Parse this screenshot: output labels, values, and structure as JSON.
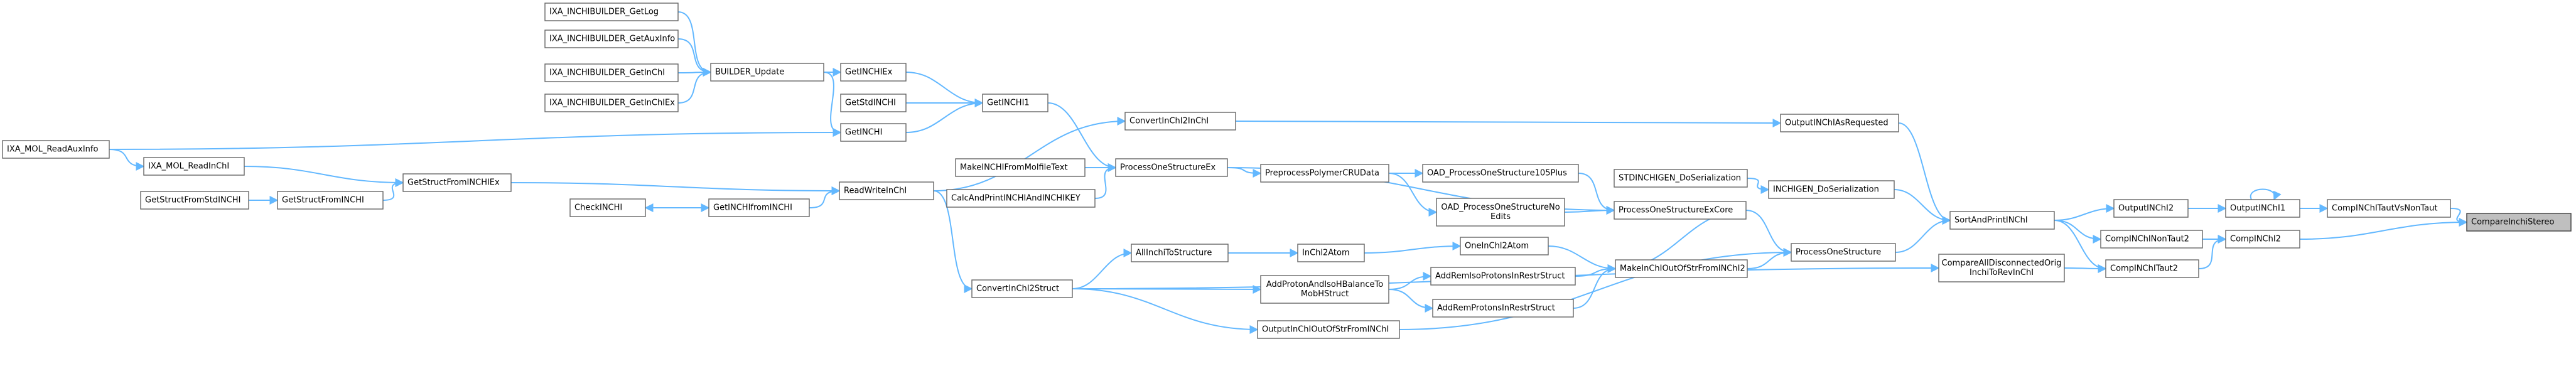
{
  "colors": {
    "edge": "#63b8ff",
    "node_border": "#666666",
    "node_fill": "#ffffff",
    "root_fill": "#bfbfbf",
    "root_border": "#404040"
  },
  "nodes": {
    "n_getlog": {
      "lines": [
        "IXA_INCHIBUILDER_GetLog"
      ]
    },
    "n_getauxinfo": {
      "lines": [
        "IXA_INCHIBUILDER_GetAuxInfo"
      ]
    },
    "n_getinchi_b": {
      "lines": [
        "IXA_INCHIBUILDER_GetInChI"
      ]
    },
    "n_getinchiex_b": {
      "lines": [
        "IXA_INCHIBUILDER_GetInChIEx"
      ]
    },
    "n_builder_update": {
      "lines": [
        "BUILDER_Update"
      ]
    },
    "n_getinchiex": {
      "lines": [
        "GetINCHIEx"
      ]
    },
    "n_getstdinchi": {
      "lines": [
        "GetStdINCHI"
      ]
    },
    "n_getinchi": {
      "lines": [
        "GetINCHI"
      ]
    },
    "n_getinchi1": {
      "lines": [
        "GetINCHI1"
      ]
    },
    "n_readauxinfo": {
      "lines": [
        "IXA_MOL_ReadAuxInfo"
      ]
    },
    "n_readinchi": {
      "lines": [
        "IXA_MOL_ReadInChI"
      ]
    },
    "n_getstructfrominchiex": {
      "lines": [
        "GetStructFromINCHIEx"
      ]
    },
    "n_getstructfromstdinchi": {
      "lines": [
        "GetStructFromStdINCHI"
      ]
    },
    "n_getstructfrominchi": {
      "lines": [
        "GetStructFromINCHI"
      ]
    },
    "n_checkinchi": {
      "lines": [
        "CheckINCHI"
      ]
    },
    "n_getinchifrominchi": {
      "lines": [
        "GetINCHIfromINCHI"
      ]
    },
    "n_readwriteinchi": {
      "lines": [
        "ReadWriteInChI"
      ]
    },
    "n_convertinchi2inchi": {
      "lines": [
        "ConvertInChI2InChI"
      ]
    },
    "n_makeinchifrommolfiletext": {
      "lines": [
        "MakeINCHIFromMolfileText"
      ]
    },
    "n_calcandprint": {
      "lines": [
        "CalcAndPrintINCHIAndINCHIKEY"
      ]
    },
    "n_processonestructureex": {
      "lines": [
        "ProcessOneStructureEx"
      ]
    },
    "n_preprocesspolymer": {
      "lines": [
        "PreprocessPolymerCRUData"
      ]
    },
    "n_oad_105plus": {
      "lines": [
        "OAD_ProcessOneStructure105Plus"
      ]
    },
    "n_oad_noedits": {
      "lines": [
        "OAD_ProcessOneStructureNo",
        "Edits"
      ]
    },
    "n_processonestructureexcore": {
      "lines": [
        "ProcessOneStructureExCore"
      ]
    },
    "n_stdinchigen_doserialization": {
      "lines": [
        "STDINCHIGEN_DoSerialization"
      ]
    },
    "n_inchigen_doserialization": {
      "lines": [
        "INCHIGEN_DoSerialization"
      ]
    },
    "n_outputinchiasrequested": {
      "lines": [
        "OutputINChIAsRequested"
      ]
    },
    "n_allinchitostructure": {
      "lines": [
        "AllInchiToStructure"
      ]
    },
    "n_inchl2atom": {
      "lines": [
        "InChl2Atom"
      ]
    },
    "n_oneinchl2atom": {
      "lines": [
        "OneInChl2Atom"
      ]
    },
    "n_convertinchi2struct": {
      "lines": [
        "ConvertInChI2Struct"
      ]
    },
    "n_addproton": {
      "lines": [
        "AddProtonAndIsoHBalanceTo",
        "MobHStruct"
      ]
    },
    "n_addremisoprotons": {
      "lines": [
        "AddRemIsoProtonsInRestrStruct"
      ]
    },
    "n_addremprotons": {
      "lines": [
        "AddRemProtonsInRestrStruct"
      ]
    },
    "n_makeinchioutofstr": {
      "lines": [
        "MakeInChIOutOfStrFromINChI2"
      ]
    },
    "n_processonestructure": {
      "lines": [
        "ProcessOneStructure"
      ]
    },
    "n_outputinchioutofstr": {
      "lines": [
        "OutputInChIOutOfStrFromINChI"
      ]
    },
    "n_sortandprintinchi": {
      "lines": [
        "SortAndPrintINChI"
      ]
    },
    "n_compareall": {
      "lines": [
        "CompareAllDisconnectedOrig",
        "InchiToRevInChI"
      ]
    },
    "n_outputinchi2": {
      "lines": [
        "OutputINChI2"
      ]
    },
    "n_outputinchi1": {
      "lines": [
        "OutputINChI1"
      ]
    },
    "n_comprinchinontaut2": {
      "lines": [
        "CompINChINonTaut2"
      ]
    },
    "n_comprinchitaut2": {
      "lines": [
        "CompINChITaut2"
      ]
    },
    "n_comprinchi2": {
      "lines": [
        "CompINChI2"
      ]
    },
    "n_comprinchitautvsnontaut": {
      "lines": [
        "CompINChITautVsNonTaut"
      ]
    },
    "n_compareinchistereo": {
      "lines": [
        "CompareInchiStereo"
      ]
    }
  }
}
